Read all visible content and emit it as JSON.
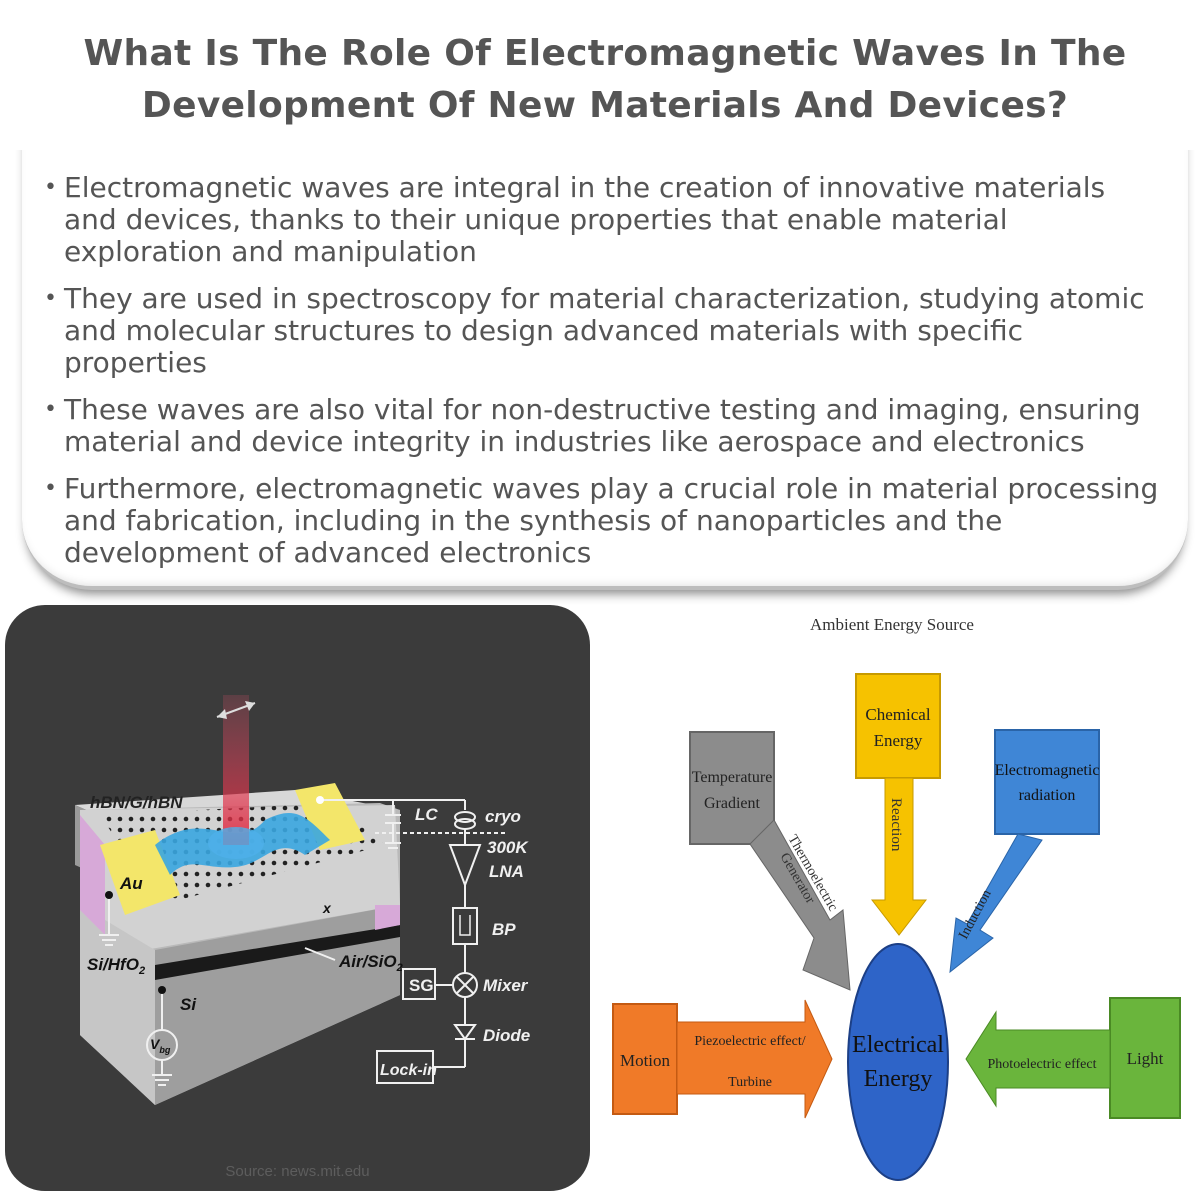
{
  "title": "What Is The Role Of Electromagnetic Waves In The Development Of New Materials And Devices?",
  "bullets": [
    "Electromagnetic waves are integral in the creation of innovative materials and devices, thanks to their unique properties that enable material exploration and manipulation",
    "They are used in spectroscopy for material characterization, studying atomic and molecular structures to design advanced materials with specific properties",
    "These waves are also vital for non-destructive testing and imaging, ensuring material and device integrity in industries like aerospace and electronics",
    "Furthermore, electromagnetic waves play a crucial role in material processing and fabrication, including in the synthesis of nanoparticles and the development of advanced electronics"
  ],
  "bullet_symbol": "•",
  "left_image": {
    "labels": {
      "stack": "hBN/G/hBN",
      "au": "Au",
      "si_hfo2": "Si/HfO",
      "si_hfo2_sub": "2",
      "air_sio2": "Air/SiO",
      "air_sio2_sub": "2",
      "si": "Si",
      "x": "x",
      "vbg": "V",
      "vbg_sub": "bg",
      "lc": "LC",
      "cryo": "cryo",
      "k300": "300K",
      "lna": "LNA",
      "bp": "BP",
      "sg": "SG",
      "mixer": "Mixer",
      "diode": "Diode",
      "lockin": "Lock-in"
    },
    "source": "Source: news.mit.edu"
  },
  "right_diagram": {
    "title": "Ambient Energy Source",
    "center": [
      "Electrical",
      "Energy"
    ],
    "chemical": [
      "Chemical",
      "Energy"
    ],
    "chemical_arrow": "Reaction",
    "temperature": [
      "Temperature",
      "Gradient"
    ],
    "temperature_arrow": [
      "Thermoelectric",
      "Generator"
    ],
    "electromagnetic": [
      "Electromagnetic",
      "radiation"
    ],
    "electromagnetic_arrow": "Induction",
    "motion": "Motion",
    "motion_arrow": [
      "Piezoelectric effect/",
      "Turbine"
    ],
    "light": "Light",
    "light_arrow": "Photoelectric effect",
    "colors": {
      "yellow": "#f6c200",
      "grey": "#8c8c8c",
      "blue": "#3f86d6",
      "orange": "#f07a28",
      "green": "#6ab53c",
      "center": "#2e64c8"
    }
  }
}
